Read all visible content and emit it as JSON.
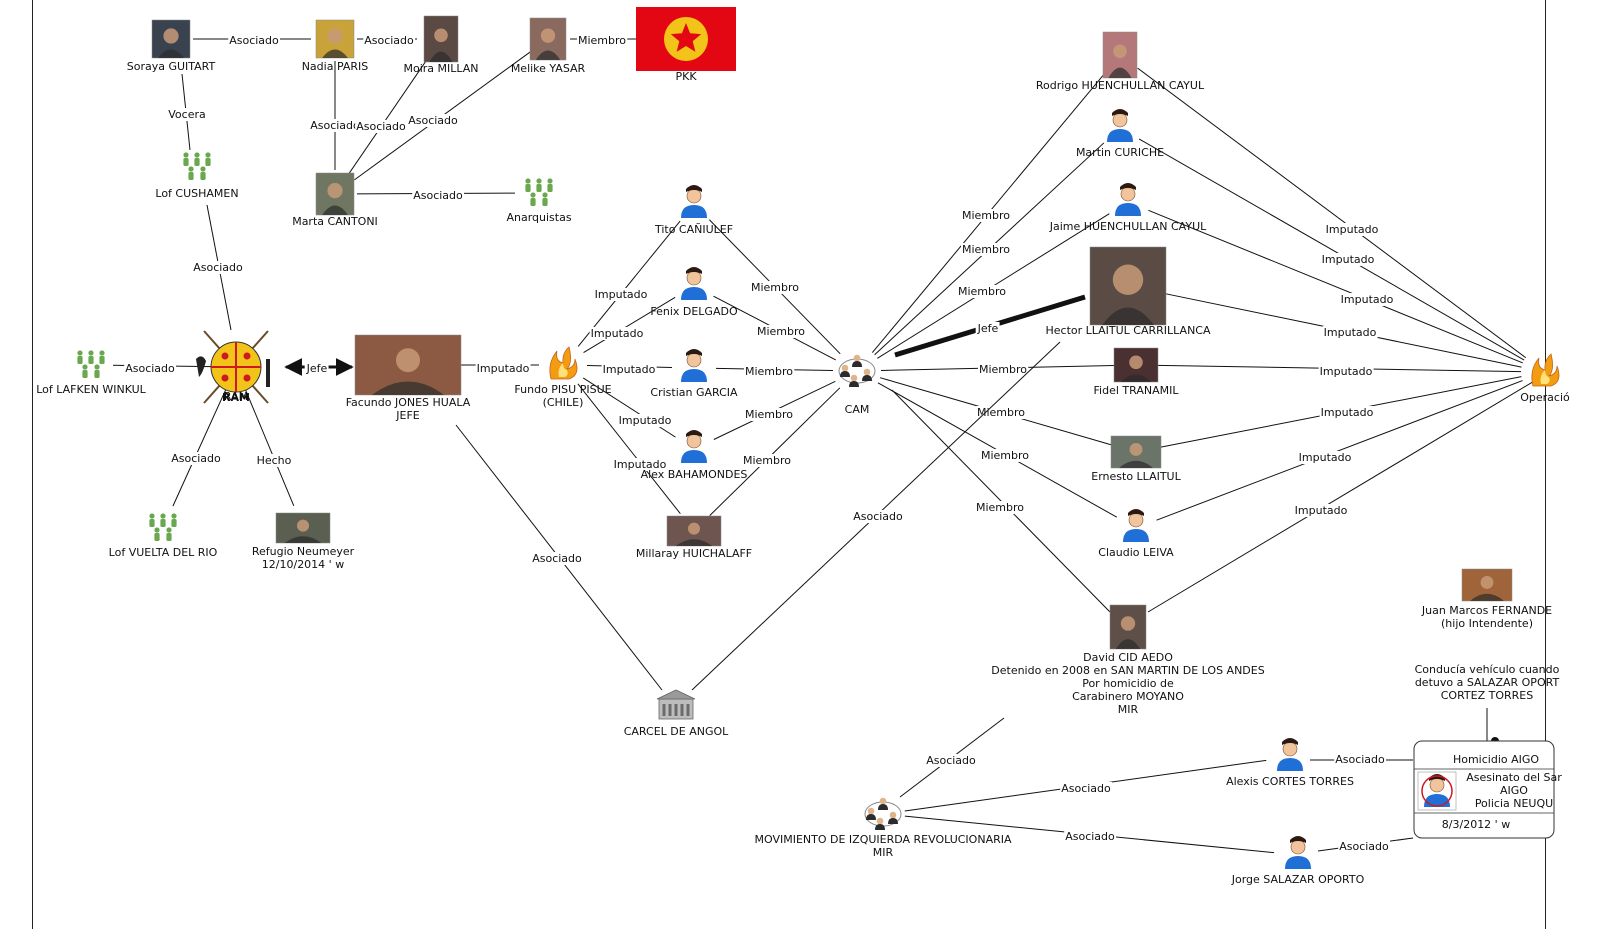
{
  "nodes": [
    {
      "id": "soraya",
      "label": [
        "Soraya GUITART"
      ],
      "icon": "photo",
      "color": "#3a4250"
    },
    {
      "id": "nadia",
      "label": [
        "Nadia PARIS"
      ],
      "icon": "photo",
      "color": "#c9a23a"
    },
    {
      "id": "moira",
      "label": [
        "Moira MILLAN"
      ],
      "icon": "photo",
      "color": "#5b4a44"
    },
    {
      "id": "melike",
      "label": [
        "Melike YASAR"
      ],
      "icon": "photo",
      "color": "#8a6a5e"
    },
    {
      "id": "pkk",
      "label": [
        "PKK"
      ],
      "icon": "flag"
    },
    {
      "id": "marta",
      "label": [
        "Marta CANTONI"
      ],
      "icon": "photo",
      "color": "#6f7763"
    },
    {
      "id": "anarquistas",
      "label": [
        "Anarquistas"
      ],
      "icon": "group"
    },
    {
      "id": "cushamen",
      "label": [
        "Lof CUSHAMEN"
      ],
      "icon": "group"
    },
    {
      "id": "lafken",
      "label": [
        "Lof LAFKEN WINKUL"
      ],
      "icon": "group"
    },
    {
      "id": "ram",
      "label": [
        "RAM"
      ],
      "icon": "ram",
      "icon_text": "RAM"
    },
    {
      "id": "vuelta",
      "label": [
        "Lof VUELTA DEL RIO"
      ],
      "icon": "group"
    },
    {
      "id": "refugio",
      "label": [
        "Refugio Neumeyer",
        "12/10/2014 ' w"
      ],
      "icon": "photo",
      "color": "#5b5f52"
    },
    {
      "id": "facundo",
      "label": [
        "Facundo JONES HUALA",
        "JEFE"
      ],
      "icon": "photo",
      "color": "#8c5a42"
    },
    {
      "id": "fundo",
      "label": [
        "Fundo PISU PISUE",
        "(CHILE)"
      ],
      "icon": "fire"
    },
    {
      "id": "tito",
      "label": [
        "Tito CAÑIULEF"
      ],
      "icon": "person"
    },
    {
      "id": "fenix",
      "label": [
        "Fenix DELGADO"
      ],
      "icon": "person"
    },
    {
      "id": "cristian",
      "label": [
        "Cristian GARCIA"
      ],
      "icon": "person"
    },
    {
      "id": "alex",
      "label": [
        "Alex BAHAMONDES"
      ],
      "icon": "person"
    },
    {
      "id": "millaray",
      "label": [
        "Millaray HUICHALAFF"
      ],
      "icon": "photo",
      "color": "#6e5550"
    },
    {
      "id": "cam",
      "label": [
        "CAM"
      ],
      "icon": "cell"
    },
    {
      "id": "carcel",
      "label": [
        "CARCEL DE ANGOL"
      ],
      "icon": "building"
    },
    {
      "id": "rodrigo",
      "label": [
        "Rodrigo HUENCHULLAN CAYUL"
      ],
      "icon": "photo",
      "color": "#b5787a"
    },
    {
      "id": "martin",
      "label": [
        "Martin CURICHE"
      ],
      "icon": "person"
    },
    {
      "id": "jaime",
      "label": [
        "Jaime HUENCHULLAN CAYUL"
      ],
      "icon": "person"
    },
    {
      "id": "hector",
      "label": [
        "Hector LLAITUL CARRILLANCA"
      ],
      "icon": "photo",
      "color": "#5a4c44"
    },
    {
      "id": "fidel",
      "label": [
        "Fidel TRANAMIL"
      ],
      "icon": "photo",
      "color": "#4a3030"
    },
    {
      "id": "ernesto",
      "label": [
        "Ernesto LLAITUL"
      ],
      "icon": "photo",
      "color": "#6b7468"
    },
    {
      "id": "claudio",
      "label": [
        "Claudio LEIVA"
      ],
      "icon": "person"
    },
    {
      "id": "david",
      "label": [
        "David CID AEDO",
        "Detenido en 2008 en SAN MARTIN DE LOS ANDES",
        "Por homicidio de",
        "Carabinero MOYANO",
        "MIR"
      ],
      "icon": "photo",
      "color": "#5e5048"
    },
    {
      "id": "mir",
      "label": [
        "MOVIMIENTO DE IZQUIERDA REVOLUCIONARIA",
        "MIR"
      ],
      "icon": "cell"
    },
    {
      "id": "alexis",
      "label": [
        "Alexis CORTES TORRES"
      ],
      "icon": "person"
    },
    {
      "id": "jorge",
      "label": [
        "Jorge SALAZAR OPORTO"
      ],
      "icon": "person"
    },
    {
      "id": "juan",
      "label": [
        "Juan Marcos FERNANDE",
        "(hijo Intendente)"
      ],
      "icon": "photo",
      "color": "#a0643a"
    },
    {
      "id": "conducia",
      "label": [
        "Conducía vehículo cuando",
        "detuvo a SALAZAR OPORT",
        "CORTEZ TORRES"
      ],
      "icon": "none"
    },
    {
      "id": "operacion",
      "label": [
        "Operació"
      ],
      "icon": "fire"
    }
  ],
  "edges": [
    {
      "from": "soraya",
      "to": "nadia",
      "label": "Asociado"
    },
    {
      "from": "nadia",
      "to": "moira",
      "label": "Asociado"
    },
    {
      "from": "melike",
      "to": "pkk",
      "label": "Miembro"
    },
    {
      "from": "soraya",
      "to": "cushamen",
      "label": "Vocera"
    },
    {
      "from": "cushamen",
      "to": "ram",
      "label": "Asociado"
    },
    {
      "from": "nadia",
      "to": "marta",
      "label": "Asociado"
    },
    {
      "from": "moira",
      "to": "marta",
      "label": "Asociado"
    },
    {
      "from": "melike",
      "to": "marta",
      "label": "Asociado"
    },
    {
      "from": "marta",
      "to": "anarquistas",
      "label": "Asociado"
    },
    {
      "from": "lafken",
      "to": "ram",
      "label": "Asociado"
    },
    {
      "from": "ram",
      "to": "facundo",
      "label": "Jefe"
    },
    {
      "from": "ram",
      "to": "vuelta",
      "label": "Asociado"
    },
    {
      "from": "ram",
      "to": "refugio",
      "label": "Hecho"
    },
    {
      "from": "facundo",
      "to": "fundo",
      "label": "Imputado"
    },
    {
      "from": "facundo",
      "to": "carcel",
      "label": "Asociado"
    },
    {
      "from": "tito",
      "to": "fundo",
      "label": "Imputado"
    },
    {
      "from": "fenix",
      "to": "fundo",
      "label": "Imputado"
    },
    {
      "from": "cristian",
      "to": "fundo",
      "label": "Imputado"
    },
    {
      "from": "alex",
      "to": "fundo",
      "label": "Imputado"
    },
    {
      "from": "millaray",
      "to": "fundo",
      "label": "Imputado"
    },
    {
      "from": "tito",
      "to": "cam",
      "label": "Miembro"
    },
    {
      "from": "fenix",
      "to": "cam",
      "label": "Miembro"
    },
    {
      "from": "cristian",
      "to": "cam",
      "label": "Miembro"
    },
    {
      "from": "alex",
      "to": "cam",
      "label": "Miembro"
    },
    {
      "from": "millaray",
      "to": "cam",
      "label": "Miembro"
    },
    {
      "from": "rodrigo",
      "to": "cam",
      "label": "Miembro"
    },
    {
      "from": "martin",
      "to": "cam",
      "label": "Miembro"
    },
    {
      "from": "jaime",
      "to": "cam",
      "label": "Miembro"
    },
    {
      "from": "hector",
      "to": "cam",
      "label": "Jefe"
    },
    {
      "from": "fidel",
      "to": "cam",
      "label": "Miembro"
    },
    {
      "from": "ernesto",
      "to": "cam",
      "label": "Miembro"
    },
    {
      "from": "claudio",
      "to": "cam",
      "label": "Miembro"
    },
    {
      "from": "david",
      "to": "cam",
      "label": "Miembro"
    },
    {
      "from": "hector",
      "to": "carcel",
      "label": "Asociado"
    },
    {
      "from": "rodrigo",
      "to": "operacion",
      "label": "Imputado"
    },
    {
      "from": "martin",
      "to": "operacion",
      "label": "Imputado"
    },
    {
      "from": "jaime",
      "to": "operacion",
      "label": "Imputado"
    },
    {
      "from": "hector",
      "to": "operacion",
      "label": "Imputado"
    },
    {
      "from": "fidel",
      "to": "operacion",
      "label": "Imputado"
    },
    {
      "from": "ernesto",
      "to": "operacion",
      "label": "Imputado"
    },
    {
      "from": "claudio",
      "to": "operacion",
      "label": "Imputado"
    },
    {
      "from": "david",
      "to": "operacion",
      "label": "Imputado"
    },
    {
      "from": "david",
      "to": "mir",
      "label": "Asociado"
    },
    {
      "from": "mir",
      "to": "alexis",
      "label": "Asociado"
    },
    {
      "from": "mir",
      "to": "jorge",
      "label": "Asociado"
    },
    {
      "from": "alexis",
      "to": "homicidio",
      "label": "Asociado"
    },
    {
      "from": "jorge",
      "to": "homicidio",
      "label": "Asociado"
    }
  ],
  "event_card": {
    "title": "Homicidio AIGO",
    "body": [
      "Asesinato del Sar",
      "AIGO",
      "Policia NEUQU"
    ],
    "date": "8/3/2012 ' w"
  },
  "colors": {
    "line": "#111111",
    "person": "#1f6fd6",
    "group": "#6aa84f",
    "flag_bg": "#e30613",
    "flag_circle": "#f2c318",
    "fire": "#f39c12",
    "building": "#8d8d8d",
    "ram_fill": "#f2c318",
    "ram_accent": "#d0181f"
  }
}
